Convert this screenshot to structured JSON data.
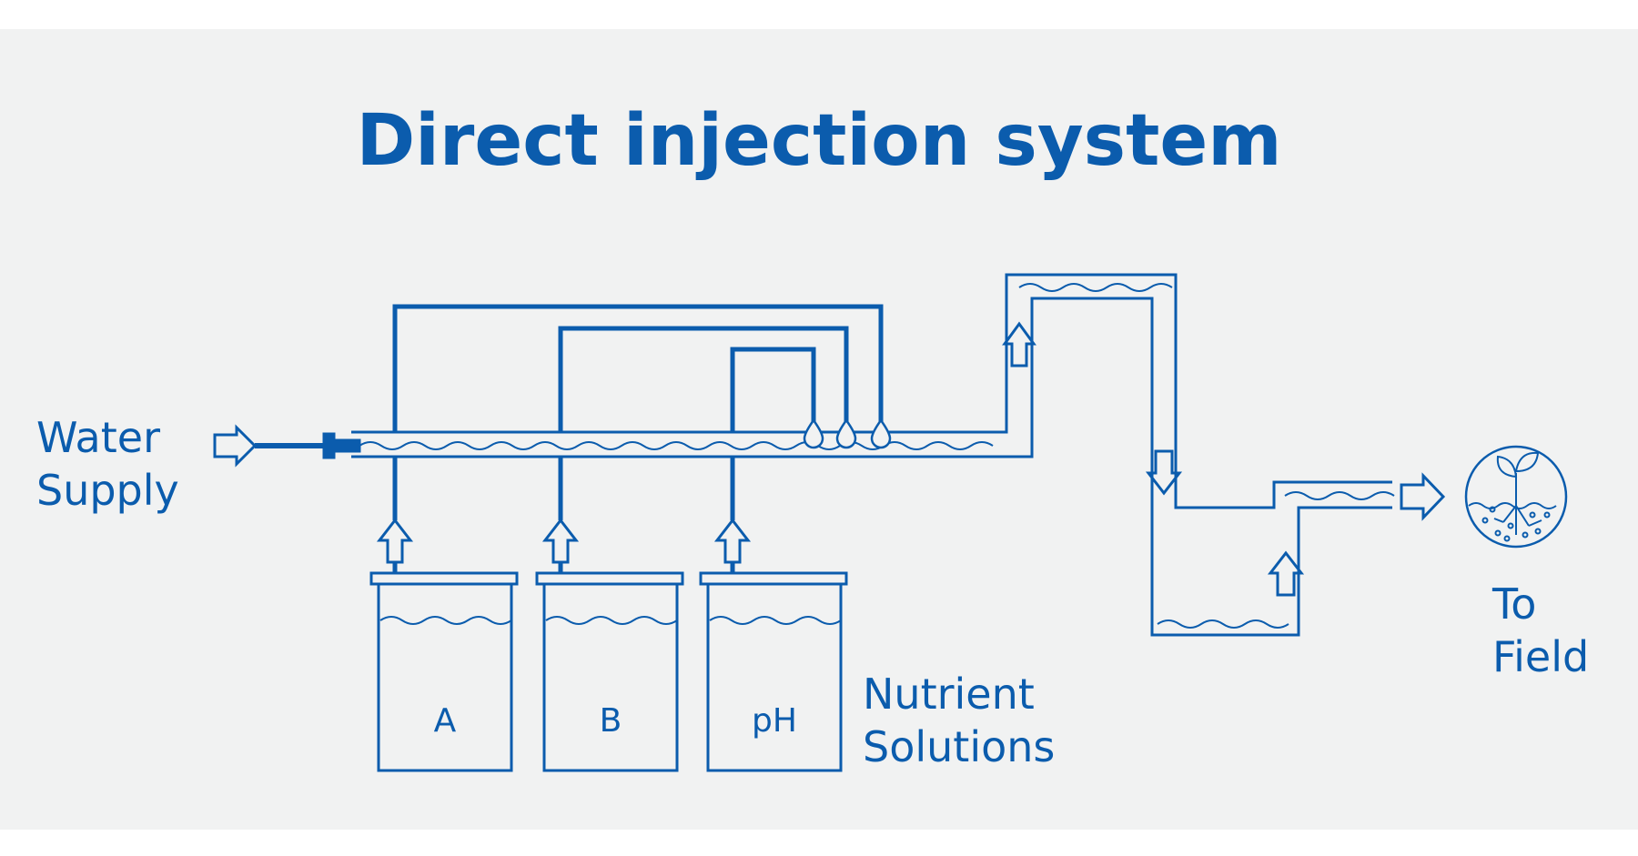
{
  "title": "Direct injection system",
  "labels": {
    "water_supply": [
      "Water",
      "Supply"
    ],
    "nutrient_solutions": [
      "Nutrient",
      "Solutions"
    ],
    "to_field": [
      "To",
      "Field"
    ]
  },
  "tanks": [
    "A",
    "B",
    "pH"
  ],
  "colors": {
    "primary": "#0b5cad",
    "background": "#f1f2f2"
  }
}
